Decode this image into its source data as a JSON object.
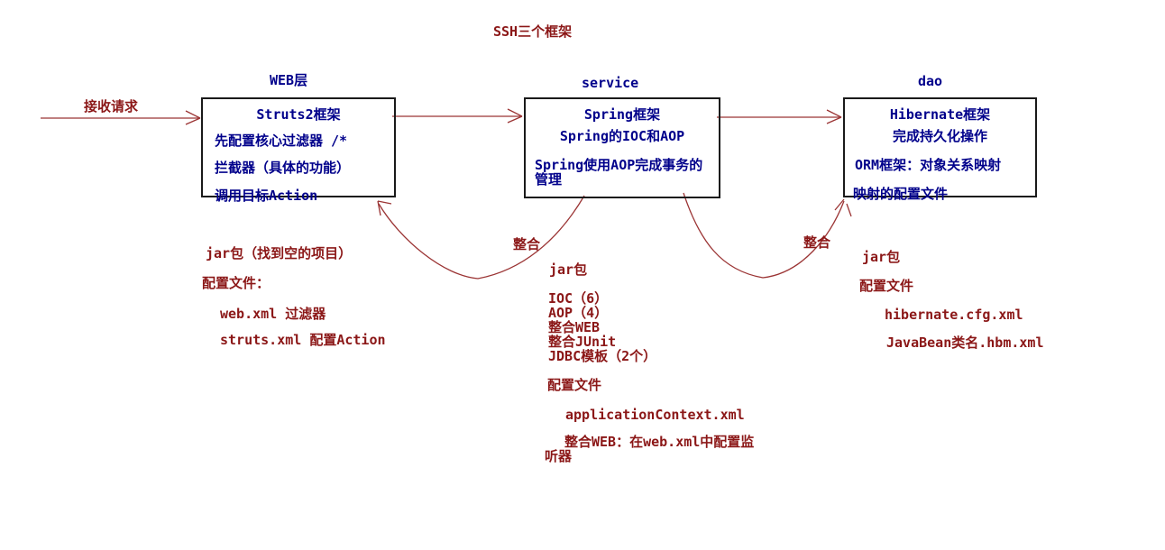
{
  "title": "SSH三个框架",
  "colors": {
    "text_red": "#8b1717",
    "text_navy": "#00008b",
    "connector_line": "#9b3434",
    "box_border": "#1a1a1a"
  },
  "arrows": {
    "receive_label": "接收请求",
    "integrate_left_label": "整合",
    "integrate_right_label": "整合"
  },
  "layers": {
    "web": {
      "layer_label": "WEB层",
      "box_lines": [
        "Struts2框架",
        "先配置核心过滤器 /*",
        "拦截器（具体的功能）",
        "调用目标Action"
      ],
      "notes": {
        "jar": "jar包（找到空的项目）",
        "config_title": "配置文件：",
        "file1": "web.xml 过滤器",
        "file2": "struts.xml 配置Action"
      }
    },
    "service": {
      "layer_label": "service",
      "box_lines": [
        "Spring框架",
        "Spring的IOC和AOP",
        "Spring使用AOP完成事务的管理"
      ],
      "notes": {
        "jar": "jar包",
        "jar_items": [
          "IOC（6）",
          "AOP（4）",
          "整合WEB",
          "整合JUnit",
          "JDBC模板（2个）"
        ],
        "config_title": "配置文件",
        "file1": "applicationContext.xml",
        "file2": "整合WEB：在web.xml中配置监听器"
      }
    },
    "dao": {
      "layer_label": "dao",
      "box_lines": [
        "Hibernate框架",
        "完成持久化操作",
        "ORM框架：对象关系映射",
        "映射的配置文件"
      ],
      "notes": {
        "jar": "jar包",
        "config_title": "配置文件",
        "file1": "hibernate.cfg.xml",
        "file2": "JavaBean类名.hbm.xml"
      }
    }
  }
}
